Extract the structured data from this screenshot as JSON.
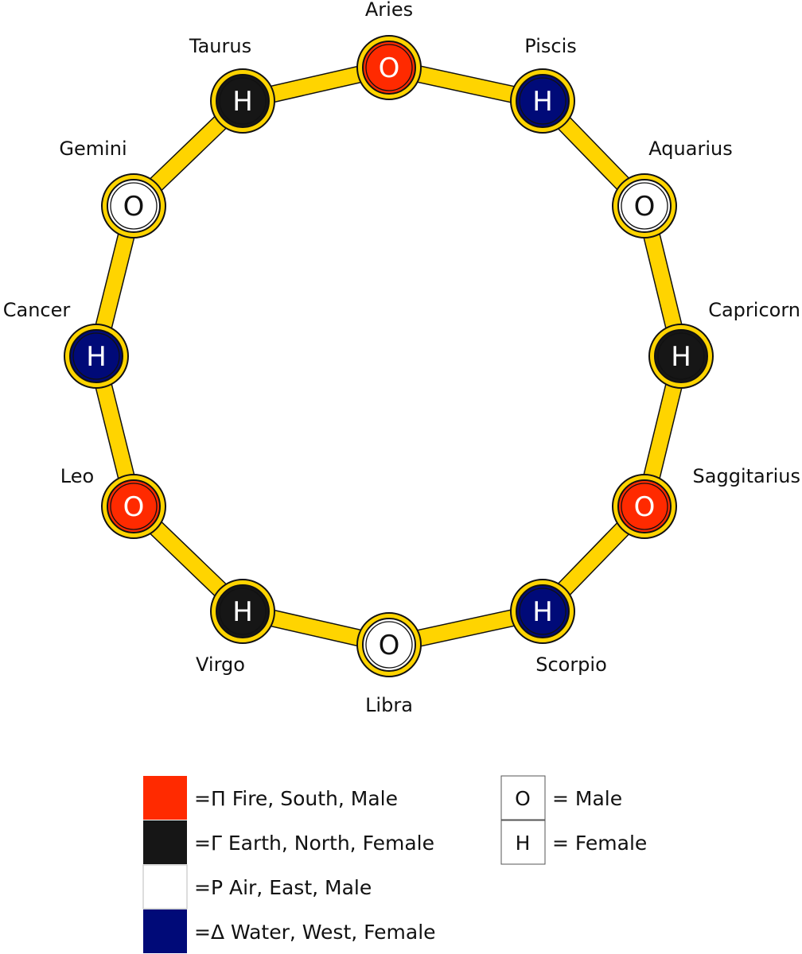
{
  "colors": {
    "fire": "#ff2a00",
    "earth": "#161616",
    "air": "#ffffff",
    "water": "#000a78",
    "ring": "#ffd400",
    "outline": "#111111"
  },
  "signs": [
    {
      "name": "Aries",
      "letter": "O",
      "element": "fire"
    },
    {
      "name": "Piscis",
      "letter": "H",
      "element": "water"
    },
    {
      "name": "Aquarius",
      "letter": "O",
      "element": "air"
    },
    {
      "name": "Capricorn",
      "letter": "H",
      "element": "earth"
    },
    {
      "name": "Saggitarius",
      "letter": "O",
      "element": "fire"
    },
    {
      "name": "Scorpio",
      "letter": "H",
      "element": "water"
    },
    {
      "name": "Libra",
      "letter": "O",
      "element": "air"
    },
    {
      "name": "Virgo",
      "letter": "H",
      "element": "earth"
    },
    {
      "name": "Leo",
      "letter": "O",
      "element": "fire"
    },
    {
      "name": "Cancer",
      "letter": "H",
      "element": "water"
    },
    {
      "name": "Gemini",
      "letter": "O",
      "element": "air"
    },
    {
      "name": "Taurus",
      "letter": "H",
      "element": "earth"
    }
  ],
  "legend": {
    "elements": [
      {
        "element": "fire",
        "text": "=Π Fire, South, Male"
      },
      {
        "element": "earth",
        "text": "=Γ Earth, North, Female"
      },
      {
        "element": "air",
        "text": "=P Air, East, Male"
      },
      {
        "element": "water",
        "text": "=Δ Water, West, Female"
      }
    ],
    "genders": [
      {
        "letter": "O",
        "text": "= Male"
      },
      {
        "letter": "H",
        "text": "= Female"
      }
    ]
  }
}
